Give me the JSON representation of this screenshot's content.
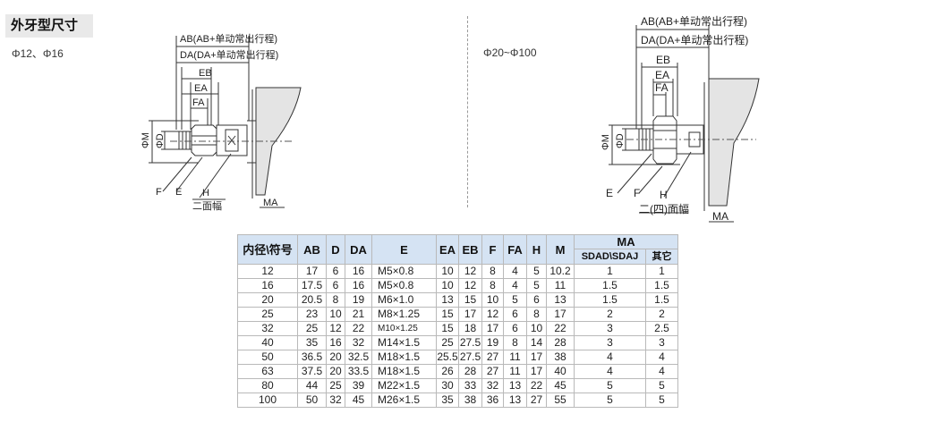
{
  "title": "外牙型尺寸",
  "left_diagram": {
    "size_label": "Φ12、Φ16",
    "dims": {
      "ab": "AB(AB+单动常出行程)",
      "da": "DA(DA+单动常出行程)",
      "eb": "EB",
      "ea": "EA",
      "fa": "FA",
      "phi_m": "ΦM",
      "phi_d": "ΦD",
      "f": "F",
      "e": "E",
      "h": "H",
      "wrench": "二面幅",
      "ma": "MA"
    }
  },
  "right_diagram": {
    "size_label": "Φ20~Φ100",
    "dims": {
      "ab": "AB(AB+单动常出行程)",
      "da": "DA(DA+单动常出行程)",
      "eb": "EB",
      "ea": "EA",
      "fa": "FA",
      "phi_m": "ΦM",
      "phi_d": "ΦD",
      "f": "F",
      "e": "E",
      "h": "H",
      "wrench": "二(四)面幅",
      "ma": "MA"
    }
  },
  "table": {
    "headers": [
      "内径\\符号",
      "AB",
      "D",
      "DA",
      "E",
      "EA",
      "EB",
      "F",
      "FA",
      "H",
      "M",
      "MA"
    ],
    "ma_sub": [
      "SDAD\\SDAJ",
      "其它"
    ],
    "rows": [
      [
        "12",
        "17",
        "6",
        "16",
        "M5×0.8",
        "10",
        "12",
        "8",
        "4",
        "5",
        "10.2",
        "1",
        "1"
      ],
      [
        "16",
        "17.5",
        "6",
        "16",
        "M5×0.8",
        "10",
        "12",
        "8",
        "4",
        "5",
        "11",
        "1.5",
        "1.5"
      ],
      [
        "20",
        "20.5",
        "8",
        "19",
        "M6×1.0",
        "13",
        "15",
        "10",
        "5",
        "6",
        "13",
        "1.5",
        "1.5"
      ],
      [
        "25",
        "23",
        "10",
        "21",
        "M8×1.25",
        "15",
        "17",
        "12",
        "6",
        "8",
        "17",
        "2",
        "2"
      ],
      [
        "32",
        "25",
        "12",
        "22",
        "M10×1.25",
        "15",
        "18",
        "17",
        "6",
        "10",
        "22",
        "3",
        "2.5"
      ],
      [
        "40",
        "35",
        "16",
        "32",
        "M14×1.5",
        "25",
        "27.5",
        "19",
        "8",
        "14",
        "28",
        "3",
        "3"
      ],
      [
        "50",
        "36.5",
        "20",
        "32.5",
        "M18×1.5",
        "25.5",
        "27.5",
        "27",
        "11",
        "17",
        "38",
        "4",
        "4"
      ],
      [
        "63",
        "37.5",
        "20",
        "33.5",
        "M18×1.5",
        "26",
        "28",
        "27",
        "11",
        "17",
        "40",
        "4",
        "4"
      ],
      [
        "80",
        "44",
        "25",
        "39",
        "M22×1.5",
        "30",
        "33",
        "32",
        "13",
        "22",
        "45",
        "5",
        "5"
      ],
      [
        "100",
        "50",
        "32",
        "45",
        "M26×1.5",
        "35",
        "38",
        "36",
        "13",
        "27",
        "55",
        "5",
        "5"
      ]
    ]
  }
}
